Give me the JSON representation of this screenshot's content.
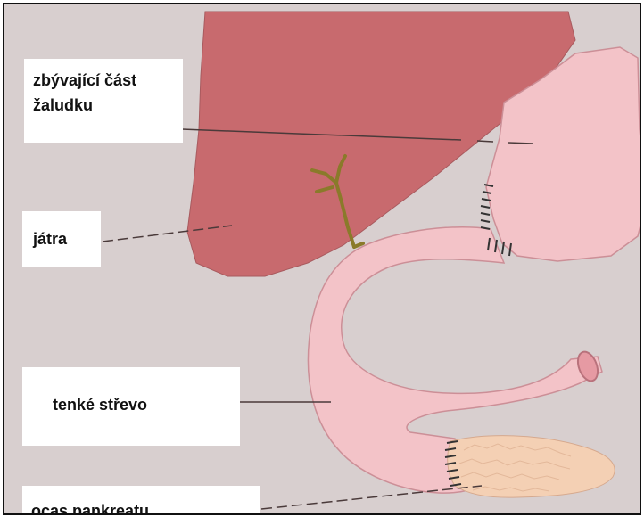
{
  "diagram": {
    "labels": {
      "stomach": "zbývající část žaludku",
      "liver": "játra",
      "small_intestine": "tenké střevo",
      "pancreas_tail": "ocas pankreatu"
    },
    "colors": {
      "background": "#d8cfcf",
      "liver": "#c86a6e",
      "bowel": "#f3c3c8",
      "bile_duct": "#8a7a2a",
      "pancreas": "#f4d0b4",
      "leader_line": "#4a3a3a"
    }
  }
}
